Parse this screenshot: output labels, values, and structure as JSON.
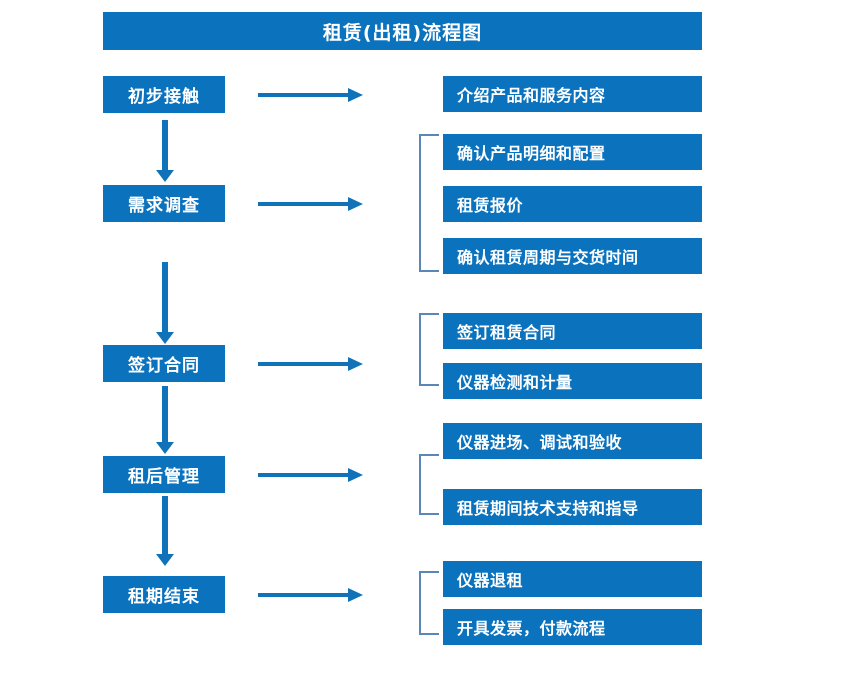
{
  "chart_data": {
    "type": "diagram",
    "title": "租赁(出租)流程图",
    "diagram_kind": "flowchart",
    "orientation": "vertical-stages-with-right-details",
    "accent_color": "#0b72bd",
    "bracket_color": "#5b87b8",
    "arrow_color": "#1072b8",
    "text_color": "#ffffff",
    "background": "#ffffff"
  },
  "header": {
    "title": "租赁(出租)流程图"
  },
  "flow": {
    "stages": [
      {
        "id": "stage-1",
        "label": "初步接触",
        "details": [
          "介绍产品和服务内容"
        ],
        "bracketed": false
      },
      {
        "id": "stage-2",
        "label": "需求调查",
        "details": [
          "确认产品明细和配置",
          "租赁报价",
          "确认租赁周期与交货时间"
        ],
        "bracketed": true
      },
      {
        "id": "stage-3",
        "label": "签订合同",
        "details": [
          "签订租赁合同",
          "仪器检测和计量"
        ],
        "bracketed": true
      },
      {
        "id": "stage-4",
        "label": "租后管理",
        "details": [
          "仪器进场、调试和验收",
          "租赁期间技术支持和指导"
        ],
        "bracketed": true
      },
      {
        "id": "stage-5",
        "label": "租期结束",
        "details": [
          "仪器退租",
          "开具发票，付款流程"
        ],
        "bracketed": true
      }
    ],
    "stage_labels": [
      "初步接触",
      "需求调查",
      "签订合同",
      "租后管理",
      "租期结束"
    ],
    "detail_labels": [
      "介绍产品和服务内容",
      "确认产品明细和配置",
      "租赁报价",
      "确认租赁周期与交货时间",
      "签订租赁合同",
      "仪器检测和计量",
      "仪器进场、调试和验收",
      "租赁期间技术支持和指导",
      "仪器退租",
      "开具发票，付款流程"
    ],
    "connector_icons": {
      "horizontal": "right-arrow-icon",
      "vertical": "down-arrow-icon",
      "group": "group-bracket-icon"
    }
  }
}
